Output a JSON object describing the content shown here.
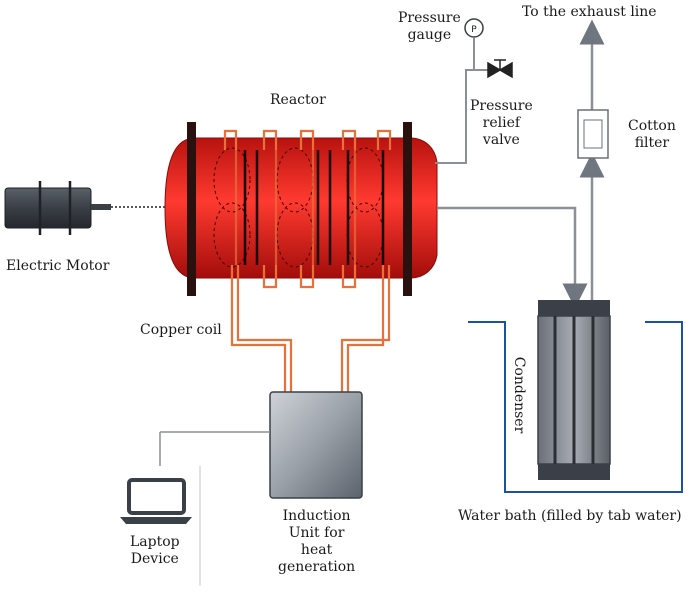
{
  "labels": {
    "reactor": "Reactor",
    "electric_motor": "Electric Motor",
    "pressure_gauge": [
      "Pressure",
      "gauge"
    ],
    "pressure_relief_valve": [
      "Pressure",
      "relief",
      "valve"
    ],
    "exhaust": "To the exhaust line",
    "cotton_filter": [
      "Cotton",
      "filter"
    ],
    "copper_coil": "Copper coil",
    "condenser": "Condenser",
    "water_bath": "Water bath (filled by tab water)",
    "induction_unit": [
      "Induction",
      "Unit for",
      "heat",
      "generation"
    ],
    "laptop": [
      "Laptop",
      "Device"
    ],
    "gauge_letter": "P"
  },
  "colors": {
    "reactor_red": "#e8221f",
    "copper": "#e8703a",
    "water_line": "#1f4fa8",
    "pipe_gray": "#8a8f98",
    "dark_unit": "#3b4048"
  }
}
